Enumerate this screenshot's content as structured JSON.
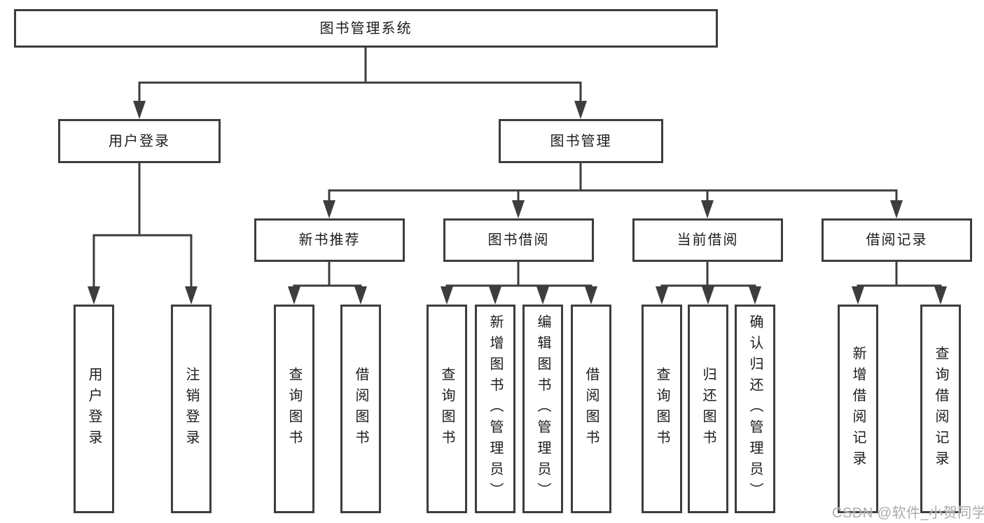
{
  "diagram": {
    "root": {
      "label": "图书管理系统"
    },
    "branches": [
      {
        "label": "用户登录",
        "children": [
          {
            "label": "用户登录"
          },
          {
            "label": "注销登录"
          }
        ]
      },
      {
        "label": "图书管理",
        "children": [
          {
            "label": "新书推荐",
            "children": [
              {
                "label": "查询图书"
              },
              {
                "label": "借阅图书"
              }
            ]
          },
          {
            "label": "图书借阅",
            "children": [
              {
                "label": "查询图书"
              },
              {
                "label": "新增图书（管理员）"
              },
              {
                "label": "编辑图书（管理员）"
              },
              {
                "label": "借阅图书"
              }
            ]
          },
          {
            "label": "当前借阅",
            "children": [
              {
                "label": "查询图书"
              },
              {
                "label": "归还图书"
              },
              {
                "label": "确认归还（管理员）"
              }
            ]
          },
          {
            "label": "借阅记录",
            "children": [
              {
                "label": "新增借阅记录"
              },
              {
                "label": "查询借阅记录"
              }
            ]
          }
        ]
      }
    ]
  },
  "colors": {
    "line": "#3d3d3d",
    "text": "#1c1c1c",
    "background": "#ffffff",
    "watermark": "#ababab"
  },
  "watermark": {
    "text": "CSDN @软件_小贺同学"
  }
}
